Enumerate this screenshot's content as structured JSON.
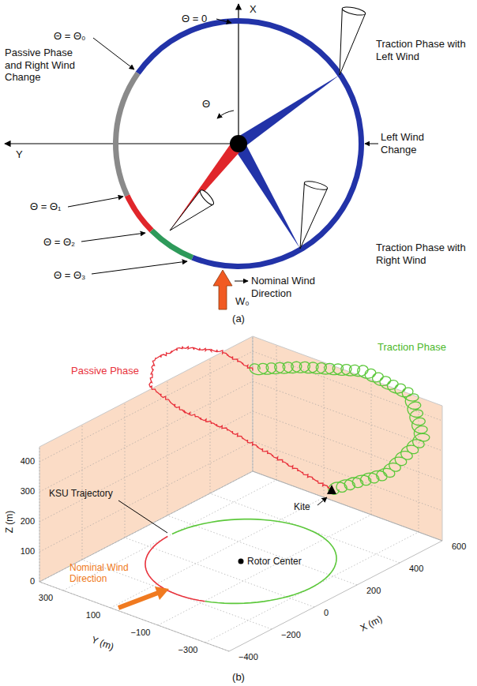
{
  "diagram": {
    "labels": [
      "X",
      "Θ = 0",
      "Θ = Θ₀",
      "Traction Phase with Left Wind",
      "Passive Phase and Right Wind Change",
      "Y",
      "Θ",
      "Left Wind Change",
      "Θ = Θ₁",
      "Θ = Θ₂",
      "Traction Phase with Right Wind",
      "Θ = Θ₃",
      "Nominal Wind Direction",
      "W₀",
      "(a)",
      "400",
      "300",
      "200",
      "100",
      "0",
      "Z (m)",
      "Passive Phase",
      "Traction Phase",
      "Kite",
      "KSU Trajectory",
      "Nominal Wind Direction",
      "Rotor Center",
      "300",
      "100",
      "−100",
      "−300",
      "Y (m)",
      "600",
      "400",
      "200",
      "0",
      "−200",
      "−400",
      "X (m)",
      "(b)"
    ]
  }
}
